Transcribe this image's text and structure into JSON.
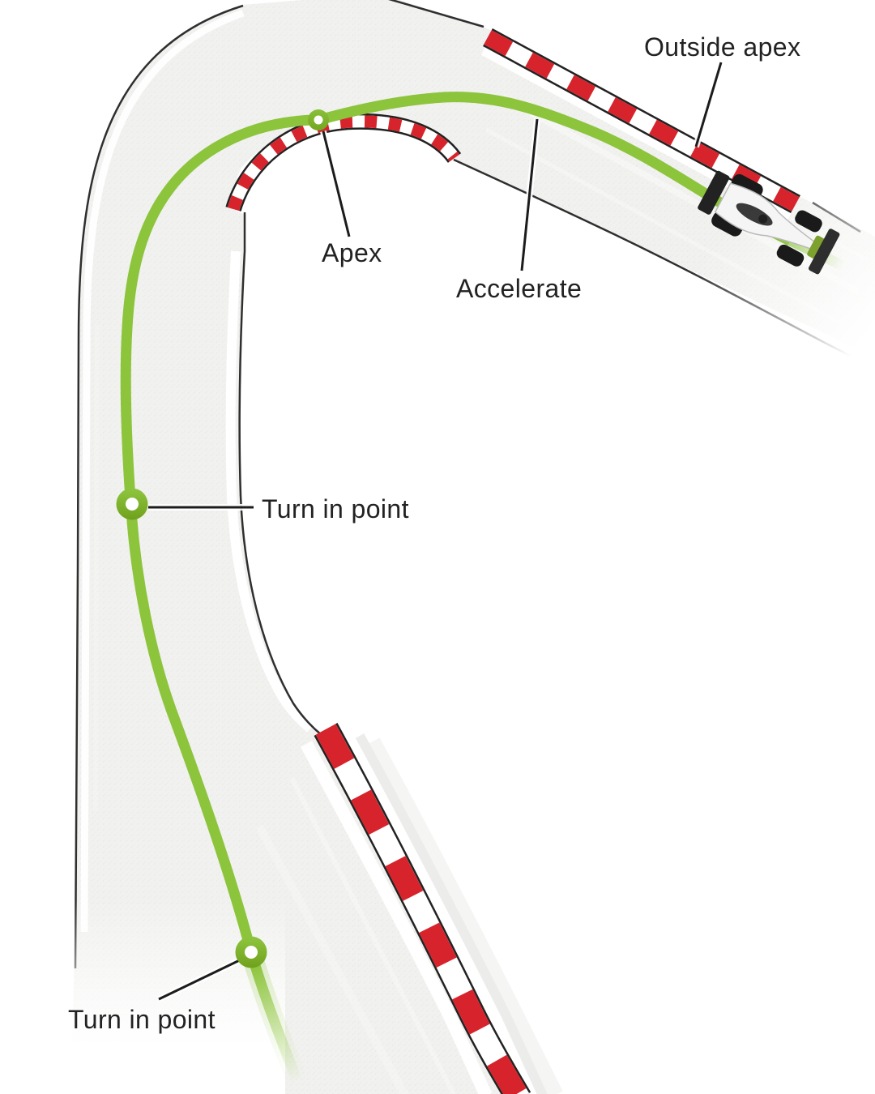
{
  "diagram": {
    "type": "racing-line-cornering-diagram",
    "labels": {
      "outside_apex": "Outside apex",
      "apex": "Apex",
      "accelerate": "Accelerate",
      "turn_in_point_mid": "Turn in point",
      "turn_in_point_bottom": "Turn in point"
    },
    "annotations": [
      {
        "name": "outside-apex",
        "label": "Outside apex",
        "points_to": "outside kerb at corner exit"
      },
      {
        "name": "apex",
        "label": "Apex",
        "points_to": "inner kerb clipping point"
      },
      {
        "name": "accelerate",
        "label": "Accelerate",
        "points_to": "racing line after apex"
      },
      {
        "name": "turn-in-point-mid",
        "label": "Turn in point",
        "points_to": "marker on racing line, mid straight"
      },
      {
        "name": "turn-in-point-bottom",
        "label": "Turn in point",
        "points_to": "marker on racing line, entry straight"
      }
    ],
    "markers": [
      {
        "name": "apex-marker",
        "shape": "green-ring"
      },
      {
        "name": "turn-in-marker-mid",
        "shape": "green-ring"
      },
      {
        "name": "turn-in-marker-bottom",
        "shape": "green-ring"
      }
    ],
    "vehicle": "formula-race-car",
    "colors": {
      "racing_line_green": "#8CC43C",
      "kerb_red": "#D7242C",
      "kerb_white": "#FFFFFF",
      "track_surface_gray": "#F1F1EF",
      "edge_line": "#2F2F2F",
      "label_text": "#222222",
      "background": "#FFFFFF"
    }
  }
}
